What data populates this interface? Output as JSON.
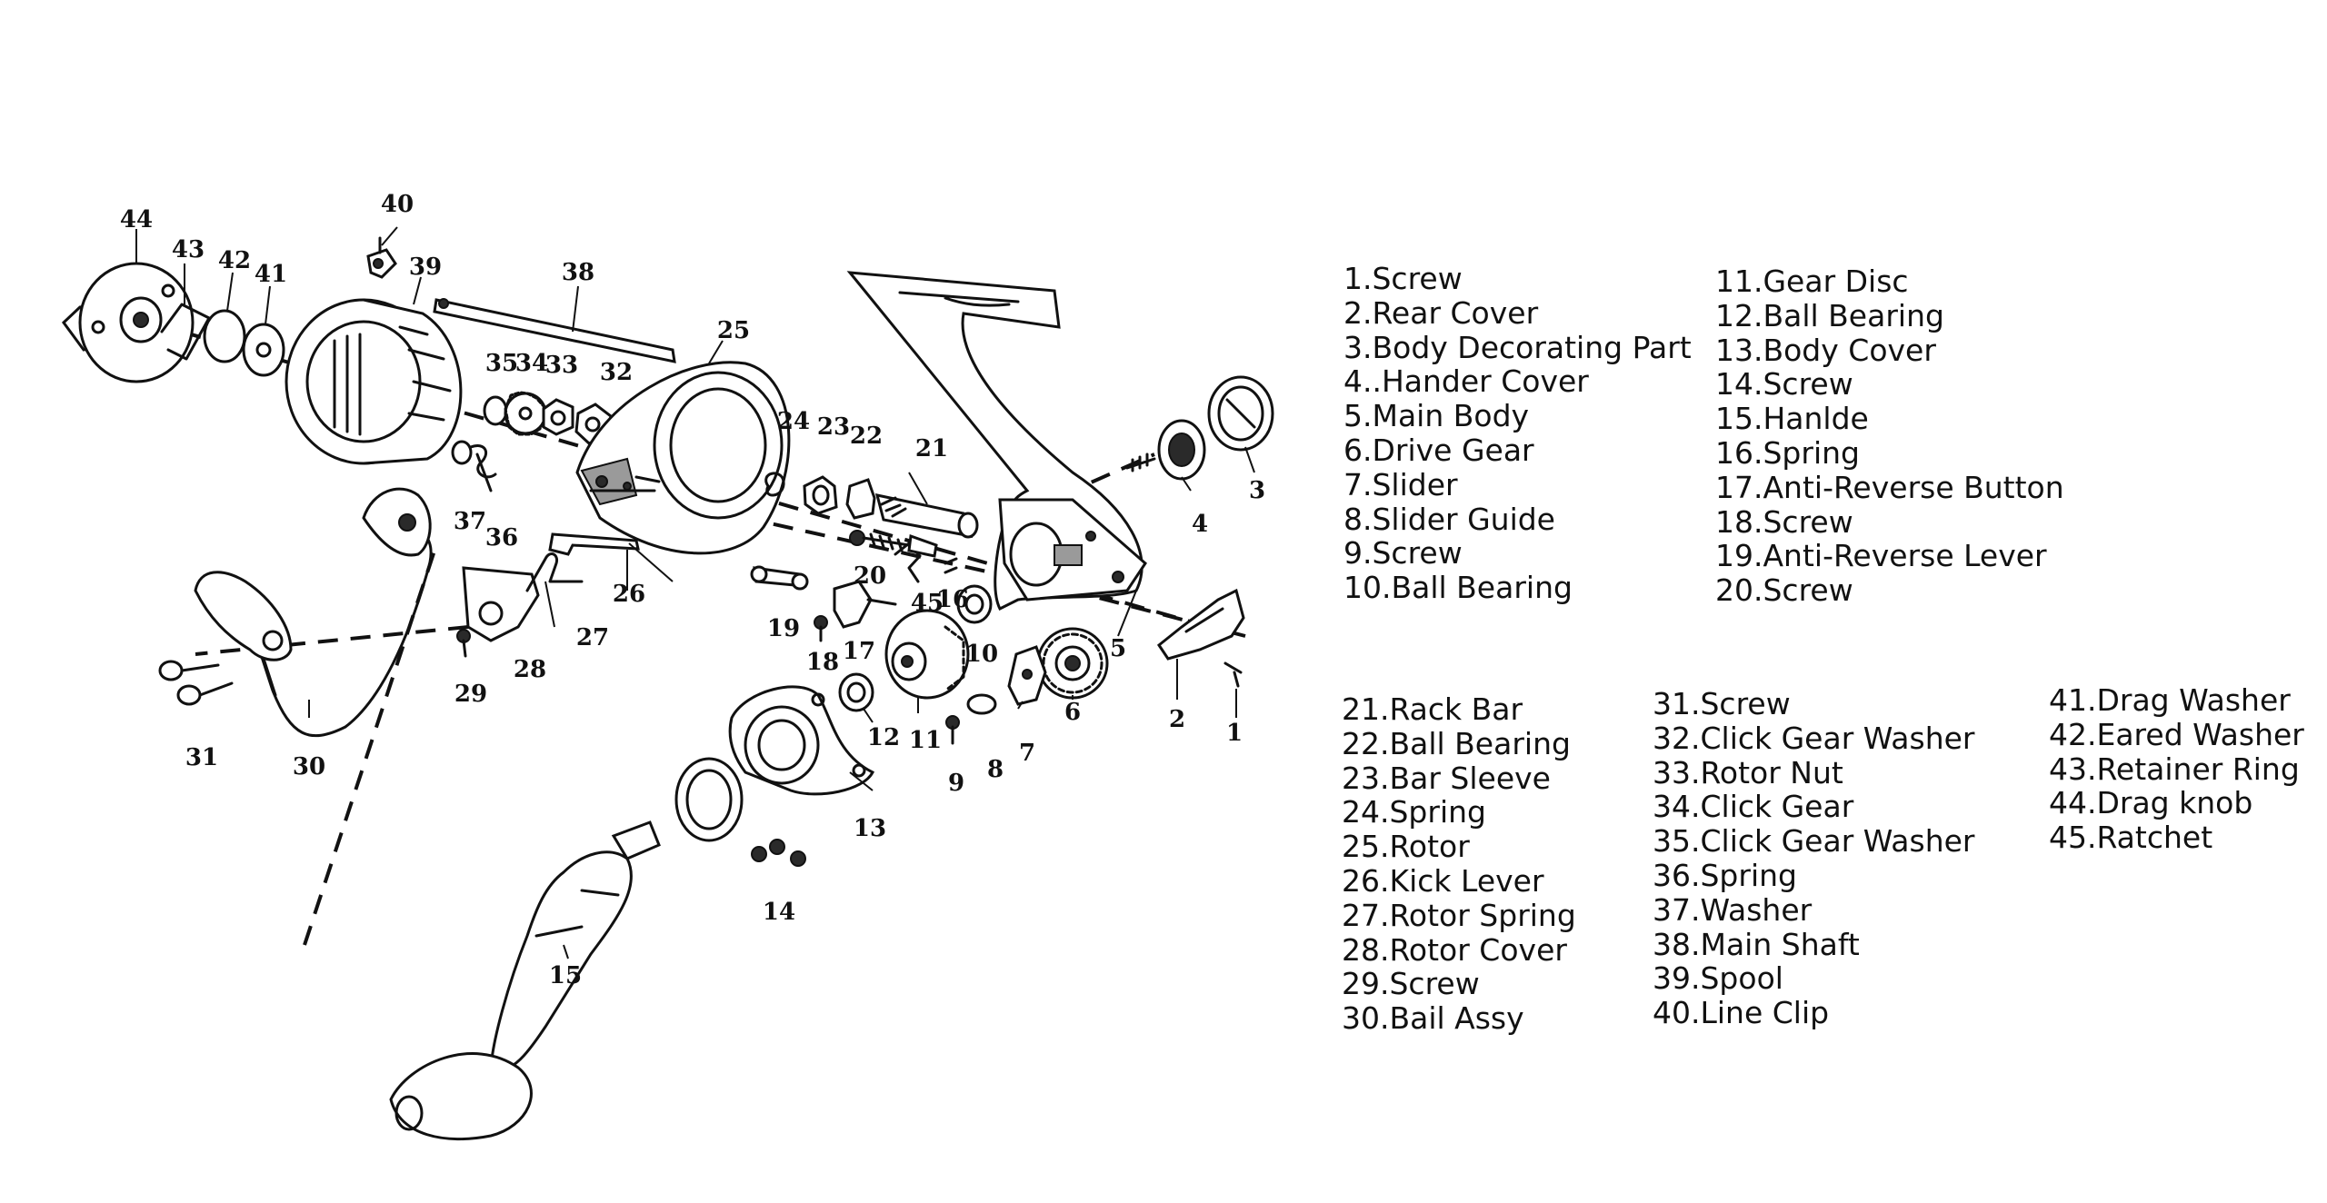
{
  "parts": [
    {
      "n": "1",
      "label": "1.Screw"
    },
    {
      "n": "2",
      "label": "2.Rear Cover"
    },
    {
      "n": "3",
      "label": "3.Body Decorating Part"
    },
    {
      "n": "4",
      "label": "4..Hander Cover"
    },
    {
      "n": "5",
      "label": "5.Main Body"
    },
    {
      "n": "6",
      "label": "6.Drive Gear"
    },
    {
      "n": "7",
      "label": "7.Slider"
    },
    {
      "n": "8",
      "label": "8.Slider Guide"
    },
    {
      "n": "9",
      "label": "9.Screw"
    },
    {
      "n": "10",
      "label": "10.Ball Bearing"
    },
    {
      "n": "11",
      "label": "11.Gear Disc"
    },
    {
      "n": "12",
      "label": "12.Ball Bearing"
    },
    {
      "n": "13",
      "label": "13.Body Cover"
    },
    {
      "n": "14",
      "label": "14.Screw"
    },
    {
      "n": "15",
      "label": "15.Hanlde"
    },
    {
      "n": "16",
      "label": "16.Spring"
    },
    {
      "n": "17",
      "label": "17.Anti-Reverse Button"
    },
    {
      "n": "18",
      "label": "18.Screw"
    },
    {
      "n": "19",
      "label": "19.Anti-Reverse Lever"
    },
    {
      "n": "20",
      "label": "20.Screw"
    },
    {
      "n": "21",
      "label": "21.Rack Bar"
    },
    {
      "n": "22",
      "label": "22.Ball Bearing"
    },
    {
      "n": "23",
      "label": "23.Bar Sleeve"
    },
    {
      "n": "24",
      "label": "24.Spring"
    },
    {
      "n": "25",
      "label": "25.Rotor"
    },
    {
      "n": "26",
      "label": "26.Kick Lever"
    },
    {
      "n": "27",
      "label": "27.Rotor Spring"
    },
    {
      "n": "28",
      "label": "28.Rotor Cover"
    },
    {
      "n": "29",
      "label": "29.Screw"
    },
    {
      "n": "30",
      "label": "30.Bail Assy"
    },
    {
      "n": "31",
      "label": "31.Screw"
    },
    {
      "n": "32",
      "label": "32.Click Gear Washer"
    },
    {
      "n": "33",
      "label": "33.Rotor Nut"
    },
    {
      "n": "34",
      "label": "34.Click Gear"
    },
    {
      "n": "35",
      "label": "35.Click Gear Washer"
    },
    {
      "n": "36",
      "label": "36.Spring"
    },
    {
      "n": "37",
      "label": "37.Washer"
    },
    {
      "n": "38",
      "label": "38.Main Shaft"
    },
    {
      "n": "39",
      "label": "39.Spool"
    },
    {
      "n": "40",
      "label": "40.Line Clip"
    },
    {
      "n": "41",
      "label": "41.Drag Washer"
    },
    {
      "n": "42",
      "label": "42.Eared Washer"
    },
    {
      "n": "43",
      "label": "43.Retainer Ring"
    },
    {
      "n": "44",
      "label": "44.Drag knob"
    },
    {
      "n": "45",
      "label": "45.Ratchet"
    }
  ]
}
